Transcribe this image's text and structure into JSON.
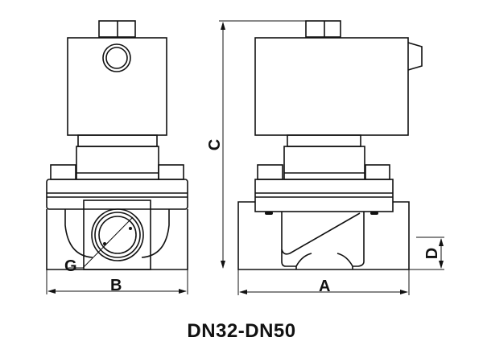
{
  "title": "DN32-DN50",
  "dimensions": {
    "A": "A",
    "B": "B",
    "C": "C",
    "D": "D",
    "G": "G"
  }
}
